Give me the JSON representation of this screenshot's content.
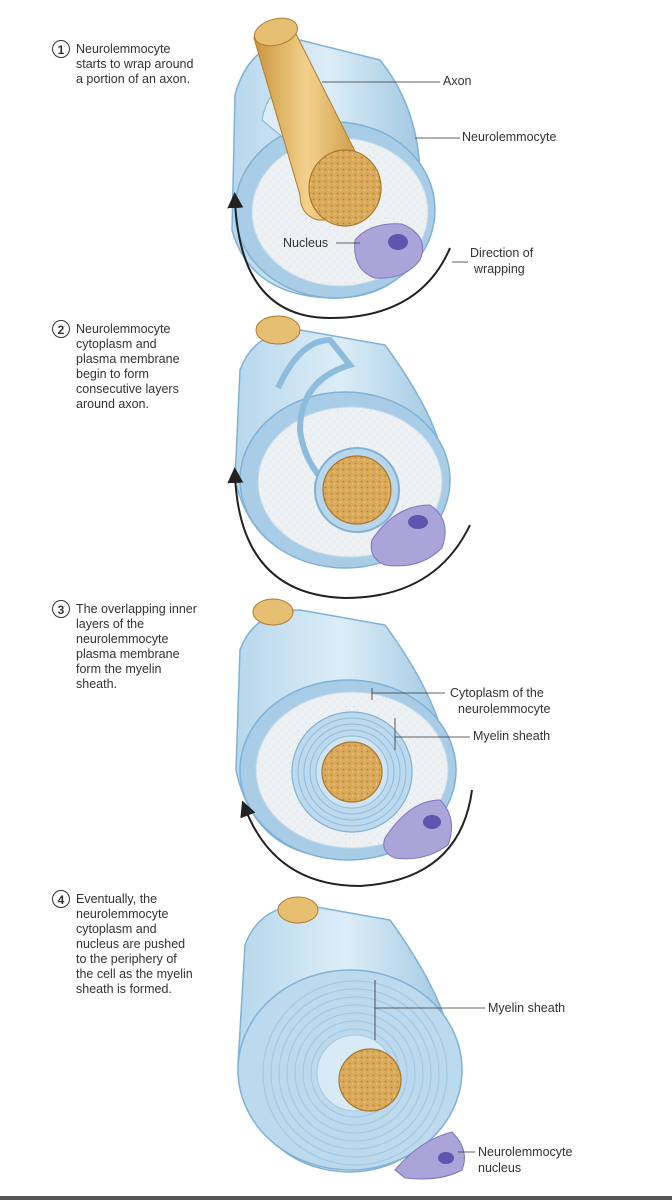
{
  "colors": {
    "sheath_light": "#cfe5f3",
    "sheath_mid": "#a9cde6",
    "sheath_edge": "#7fb2d6",
    "axon": "#dcae5c",
    "axon_light": "#efc978",
    "cytoplasm": "#eceff1",
    "nucleus": "#a9a3d6",
    "nucleus_dark": "#6f66b8",
    "arrow": "#222222"
  },
  "steps": [
    {
      "number": "1",
      "lines": [
        "Neurolemmocyte",
        "starts to wrap around",
        "a portion of an axon."
      ]
    },
    {
      "number": "2",
      "lines": [
        "Neurolemmocyte",
        "cytoplasm and",
        "plasma membrane",
        "begin to form",
        "consecutive layers",
        "around axon."
      ]
    },
    {
      "number": "3",
      "lines": [
        "The overlapping inner",
        "layers of the",
        "neurolemmocyte",
        "plasma membrane",
        "form the myelin",
        "sheath."
      ]
    },
    {
      "number": "4",
      "lines": [
        "Eventually, the",
        "neurolemmocyte",
        "cytoplasm and",
        "nucleus are pushed",
        "to the periphery of",
        "the cell as the myelin",
        "sheath is formed."
      ]
    }
  ],
  "labels": {
    "axon": "Axon",
    "neurolemmocyte": "Neurolemmocyte",
    "nucleus": "Nucleus",
    "direction_1": "Direction of",
    "direction_2": "wrapping",
    "cytoplasm_1": "Cytoplasm of the",
    "cytoplasm_2": "neurolemmocyte",
    "myelin_3": "Myelin sheath",
    "myelin_4": "Myelin sheath",
    "nucleus4_1": "Neurolemmocyte",
    "nucleus4_2": "nucleus"
  }
}
